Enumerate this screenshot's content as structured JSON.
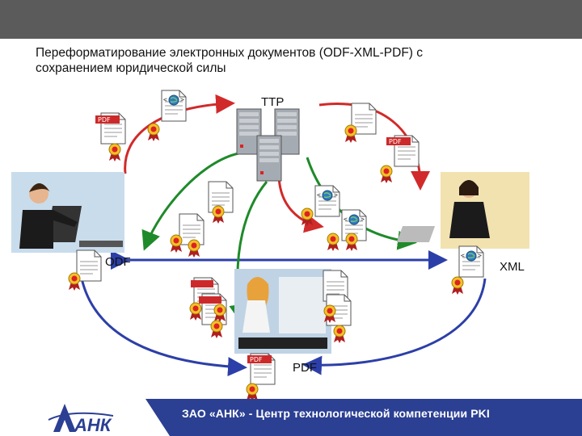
{
  "title": {
    "line1": "Переформатирование электронных документов (ODF-XML-PDF) с",
    "line2": "сохранением юридической силы"
  },
  "nodes": {
    "ttp": "TTP",
    "odf": "ODF",
    "xml": "XML",
    "pdf": "PDF"
  },
  "doc_badge": "PDF",
  "logo_text": "АНК",
  "footer": "ЗАО «АНК» - Центр технологической компетенции PKI",
  "colors": {
    "topbar": "#5b5b5b",
    "footer": "#2b3f93",
    "blue_arrow": "#2c3fa8",
    "red_arrow": "#d12a2a",
    "green_arrow": "#1f8a2a",
    "pdf_red": "#cc2a2a",
    "server": "#9aa0a6"
  }
}
